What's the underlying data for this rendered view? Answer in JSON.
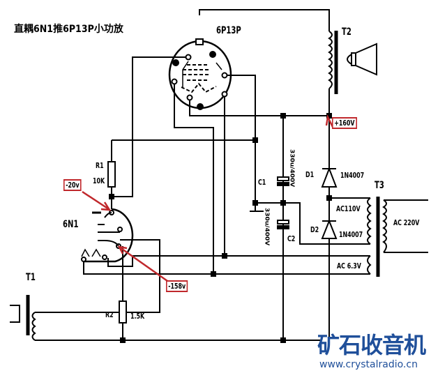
{
  "title": "直耦6N1推6P13P小功放",
  "tubes": {
    "power": "6P13P",
    "driver": "6N1"
  },
  "transformers": {
    "t1": "T1",
    "t2": "T2",
    "t3": "T3"
  },
  "resistors": {
    "r1": {
      "name": "R1",
      "value": "10K"
    },
    "r2": {
      "name": "R2",
      "value": "1.5K"
    }
  },
  "capacitors": {
    "c1": {
      "name": "C1",
      "value": "330u/400V"
    },
    "c2": {
      "name": "C2",
      "value": "330u/400V"
    }
  },
  "diodes": {
    "d1": {
      "name": "D1",
      "part": "1N4007"
    },
    "d2": {
      "name": "D2",
      "part": "1N4007"
    }
  },
  "windings": {
    "secondary_hv": "AC110V",
    "primary": "AC 220V",
    "heater": "AC 6.3V"
  },
  "annotations": {
    "b_plus": "+160V",
    "plate_6n1": "-20v",
    "cathode_6n1": "-158v",
    "color": "#c0282c"
  },
  "watermark": {
    "name": "矿石收音机",
    "url": "www.crystalradio.cn",
    "color": "#1f4f9a"
  }
}
